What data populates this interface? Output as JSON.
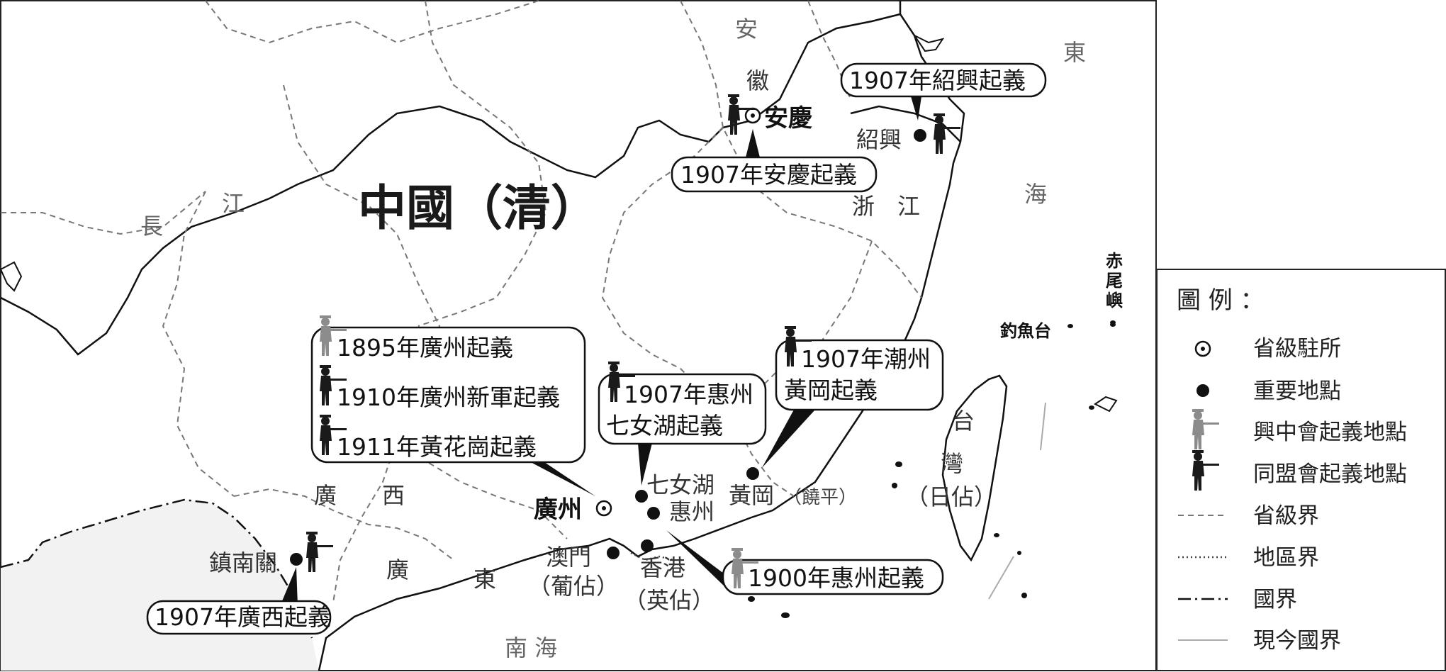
{
  "map": {
    "title": "中國（清）",
    "regions": {
      "anhui_1": "安",
      "anhui_2": "徽",
      "zhejiang": "浙　江",
      "guangxi": "廣　　西",
      "guangdong_1": "廣",
      "guangdong_2": "東",
      "changjiang_1": "長",
      "changjiang_2": "江",
      "east_sea_1": "東",
      "east_sea_2": "海",
      "south_sea": "南 海",
      "taiwan_1": "台",
      "taiwan_2": "灣",
      "taiwan_3": "（日佔）"
    },
    "places": {
      "anqing": "安慶",
      "shaoxing": "紹興",
      "guangzhou": "廣州",
      "qinuhu": "七女湖",
      "huizhou": "惠州",
      "huanggang": "黃岡",
      "raoping": "（饒平）",
      "macau": "澳門",
      "macau_note": "（葡佔）",
      "hongkong": "香港",
      "hongkong_note": "（英佔）",
      "zhennanguan": "鎮南關",
      "diaoyutai": "釣魚台",
      "chiwei_1": "赤",
      "chiwei_2": "尾",
      "chiwei_3": "嶼"
    },
    "callouts": {
      "shaoxing": "1907年紹興起義",
      "anqing": "1907年安慶起義",
      "guangzhou_1": "1895年廣州起義",
      "guangzhou_2": "1910年廣州新軍起義",
      "guangzhou_3": "1911年黃花崗起義",
      "huizhou_1907_l1": "1907年惠州",
      "huizhou_1907_l2": "七女湖起義",
      "chaozhou_l1": "1907年潮州",
      "chaozhou_l2": "黃岡起義",
      "huizhou_1900": "1900年惠州起義",
      "guangxi": "1907年廣西起義"
    },
    "legend": {
      "title": "圖 例 ：",
      "items": [
        {
          "label": "省級駐所"
        },
        {
          "label": "重要地點"
        },
        {
          "label": "興中會起義地點"
        },
        {
          "label": "同盟會起義地點"
        },
        {
          "label": "省級界"
        },
        {
          "label": "地區界"
        },
        {
          "label": "國界"
        },
        {
          "label": "現今國界"
        }
      ]
    },
    "colors": {
      "xingzhonghui": "#8c8c8c",
      "tongmenghui": "#1a1a1a",
      "land_foreign": "#f2f2f2"
    }
  }
}
